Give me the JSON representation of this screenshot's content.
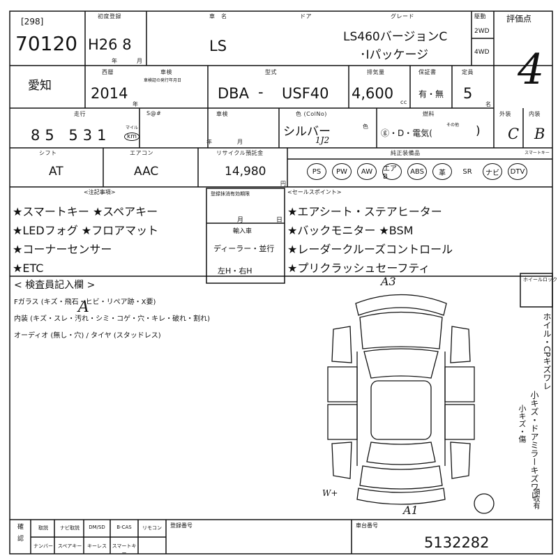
{
  "header": {
    "auction_code": "[298]",
    "lot_number": "70120",
    "first_reg_label": "初度登録",
    "first_reg_value": "H26 8",
    "year_unit": "年",
    "month_unit": "月",
    "car_name_label": "車　名",
    "car_name": "LS",
    "door_label": "ドア",
    "grade_label": "グレード",
    "grade_line1": "LS460バージョンC",
    "grade_line2": "･Iパッケージ",
    "drive_label": "駆動",
    "drive_2wd": "2WD",
    "drive_4wd": "4WD",
    "score_label": "評価点",
    "score_value": "4"
  },
  "row2": {
    "region": "愛知",
    "seireki_label": "西暦",
    "year": "2014",
    "year_unit": "年",
    "shaken_label": "車検",
    "shaken_note": "車検証の発行年月日",
    "katashiki_label": "型式",
    "prefix": "DBA",
    "dash": "-",
    "model_code": "USF40",
    "displacement_label": "排気量",
    "displacement": "4,600",
    "cc": "cc",
    "warranty_label": "保証書",
    "warranty_value": "有・無",
    "capacity_label": "定員",
    "capacity": "5",
    "capacity_unit": "名"
  },
  "row3": {
    "mileage_label": "走行",
    "mileage": "85 531",
    "km_unit": "km",
    "mile_label": "マイル",
    "sp_label": "S@#",
    "inspection_label": "車検",
    "year_unit": "年",
    "month_unit": "月",
    "color_label": "色 (ColNo)",
    "color": "シルバー",
    "color_no": "1J2",
    "iro": "色",
    "fuel_label": "燃料",
    "fuel_options": "ⓖ・D・電気(",
    "fuel_other": "その他",
    "fuel_close": ")",
    "exterior_label": "外装",
    "interior_label": "内装",
    "exterior_value": "C",
    "interior_value": "B"
  },
  "row4": {
    "shift_label": "シフト",
    "shift": "AT",
    "ac_label": "エアコン",
    "ac": "AAC",
    "recycle_label": "リサイクル預託金",
    "recycle": "14,980",
    "yen": "円",
    "options_label": "純正装備品",
    "options": [
      "PS",
      "PW",
      "AW",
      "エアB",
      "ABS",
      "革",
      "SR",
      "ナビ",
      "DTV"
    ],
    "options_circled": [
      true,
      true,
      true,
      true,
      true,
      true,
      false,
      true,
      true
    ],
    "smartkey_label": "スマートキー"
  },
  "notes": {
    "caution_label": "<注記事項>",
    "items": [
      "★スマートキー ★スペアキー",
      "★LEDフォグ ★フロアマット",
      "★コーナーセンサー",
      "★ETC"
    ],
    "registration_label": "登録抹消有効期限",
    "month_unit": "月",
    "day_unit": "日",
    "import_label": "輸入車",
    "import_value": "ディーラー・並行",
    "handle_value": "左H・右H",
    "sales_label": "<セールスポイント>",
    "sales_items": [
      "★エアシート・ステアヒーター",
      "★バックモニター ★BSM",
      "★レーダークルーズコントロール",
      "★プリクラッシュセーフティ"
    ]
  },
  "inspector": {
    "title": "< 検査員記入欄 >",
    "line1": "Fガラス (キズ・飛石・ヒビ・リペア跡・X要)",
    "line2": "内装 (キズ・スレ・汚れ・シミ・コゲ・穴・キレ・破れ・割れ)",
    "line3": "オーディオ (無し・穴) / タイヤ (スタッドレス)",
    "handwritten_mark": "A",
    "wheel_lock_label": "ホイールロック",
    "right_note_1": "ホイル・CPキズワレ",
    "right_note_2": "小キズ・ドアミラーキズワレ",
    "right_note_3": "小キズ・傷",
    "right_note_4": "領収有"
  },
  "diagram": {
    "mark_front": "A3",
    "mark_rear": "A1",
    "mark_left": "W+"
  },
  "footer": {
    "chk_label": "確認",
    "items_row1": [
      "取説",
      "ナビ取説",
      "DM/SD",
      "B-CAS",
      "リモコン"
    ],
    "items_row2": [
      "ナンバー",
      "スペアキー",
      "キーレス",
      "スマートキー"
    ],
    "reg_no_label": "登録番号",
    "chassis_label": "車台番号",
    "chassis_number": "5132282"
  }
}
